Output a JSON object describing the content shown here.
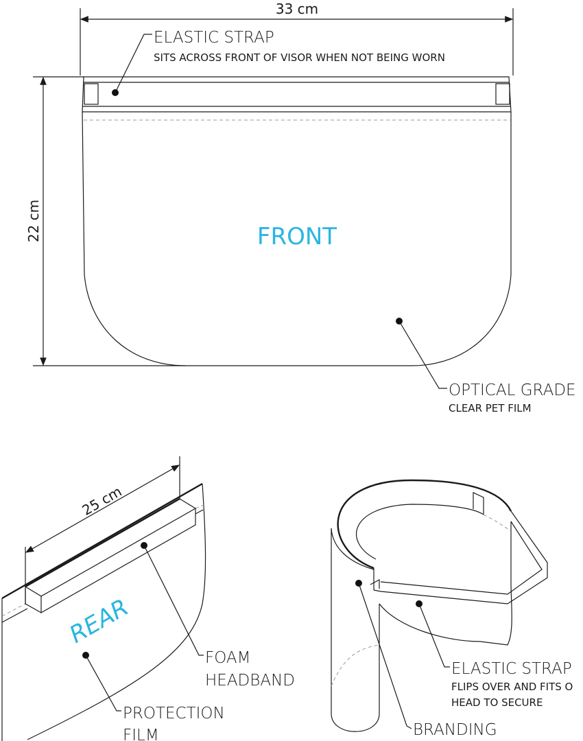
{
  "accent_color": "#29b6e0",
  "front": {
    "width_dim": "33 cm",
    "height_dim": "22 cm",
    "view_label": "FRONT",
    "strap": {
      "title": "ELASTIC STRAP",
      "subtitle": "SITS ACROSS FRONT OF VISOR WHEN NOT BEING WORN"
    },
    "film": {
      "title": "OPTICAL GRADE",
      "subtitle": "CLEAR PET FILM"
    }
  },
  "rear": {
    "length_dim": "25 cm",
    "view_label": "REAR",
    "foam": {
      "line1": "FOAM",
      "line2": "HEADBAND"
    },
    "protection": {
      "line1": "PROTECTION",
      "line2": "FILM"
    }
  },
  "assembled": {
    "strap": {
      "title": "ELASTIC STRAP",
      "line1": "FLIPS OVER AND FITS O",
      "line2": "HEAD TO SECURE"
    },
    "branding": "BRANDING"
  }
}
